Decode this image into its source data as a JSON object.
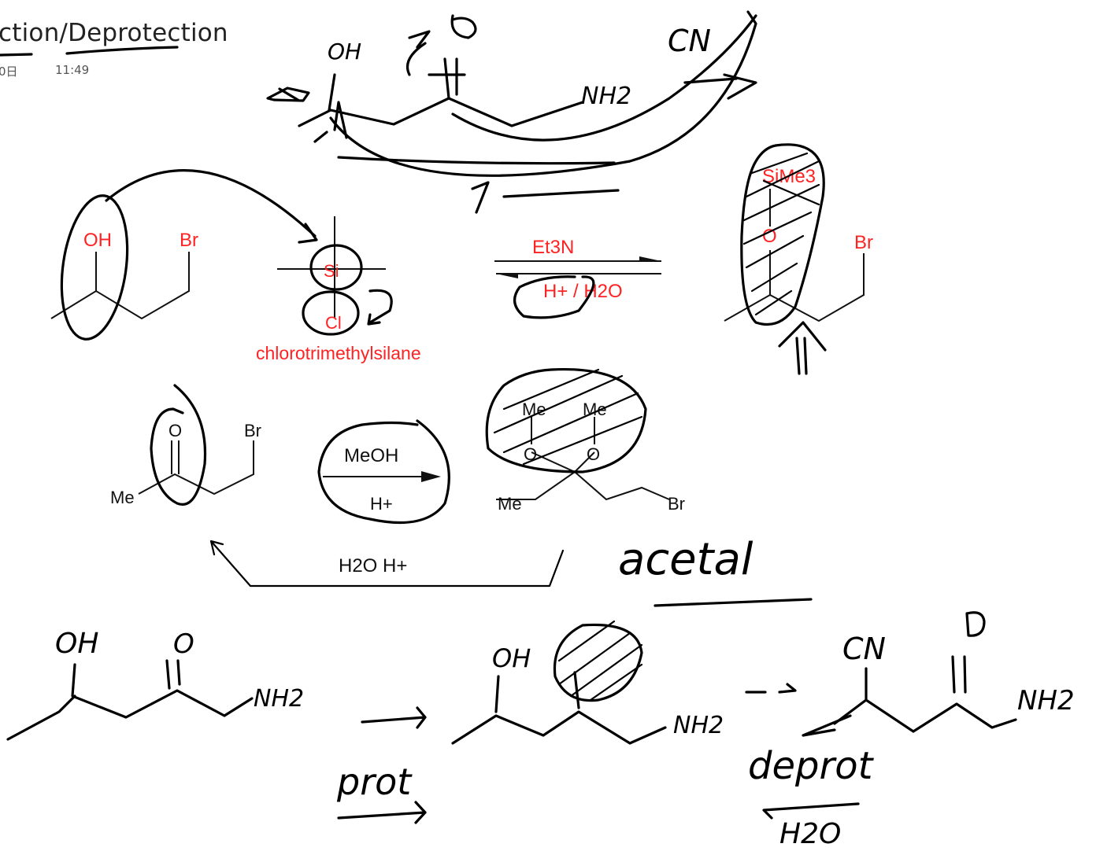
{
  "header": {
    "title": "ction/Deprotection",
    "date_fragment": "0日",
    "time": "11:49"
  },
  "reaction1": {
    "reactant_oh": "OH",
    "reactant_br": "Br",
    "reagent_si": "Si",
    "reagent_cl": "Cl",
    "reagent_name": "chlorotrimethylsilane",
    "forward_condition": "Et3N",
    "reverse_condition": "H+ / H2O",
    "product_group": "SiMe3",
    "product_o": "O",
    "product_br": "Br"
  },
  "reaction2": {
    "reactant_o": "O",
    "reactant_me": "Me",
    "reactant_br": "Br",
    "forward_top": "MeOH",
    "forward_bottom": "H+",
    "product_me1": "Me",
    "product_me2": "Me",
    "product_o1": "O",
    "product_o2": "O",
    "product_me3": "Me",
    "product_br": "Br",
    "reverse_condition": "H2O  H+"
  },
  "handwriting": {
    "top_oh": "OH",
    "top_o": "O",
    "top_nh2": "NH2",
    "top_cn": "CN",
    "acetal_note": "acetal",
    "bottom_oh": "OH",
    "bottom_o": "O",
    "bottom_nh2": "NH2",
    "prot_label": "prot",
    "mid_oh": "OH",
    "mid_nh2": "NH2",
    "right_cn": "CN",
    "right_o": "O",
    "right_nh2": "NH2",
    "deprot_label": "deprot",
    "h2o_label": "H2O"
  },
  "colors": {
    "chem_red": "#ff2222",
    "ink": "#000000"
  }
}
